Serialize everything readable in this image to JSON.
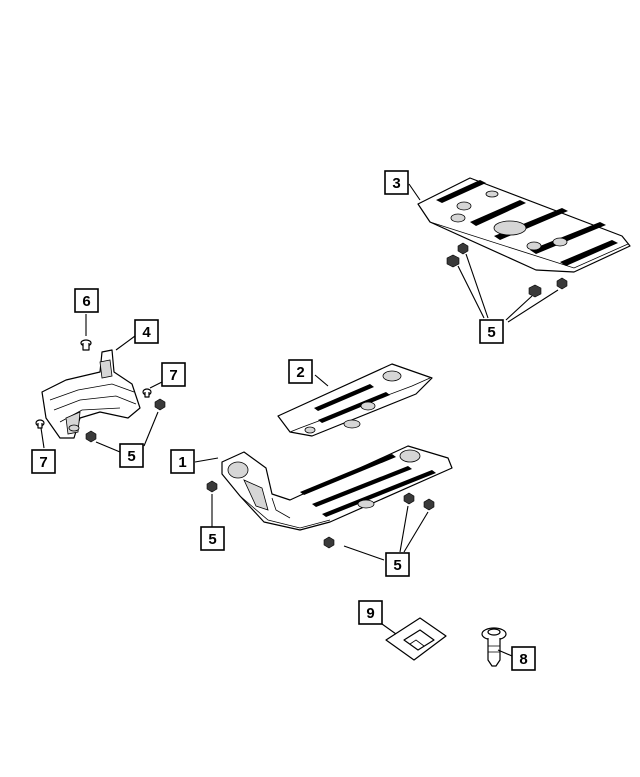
{
  "callouts": {
    "c1": "1",
    "c2": "2",
    "c3": "3",
    "c4": "4",
    "c5a": "5",
    "c5b": "5",
    "c5c": "5",
    "c5d": "5",
    "c6": "6",
    "c7a": "7",
    "c7b": "7",
    "c8": "8",
    "c9": "9"
  },
  "colors": {
    "line": "#000000",
    "background": "#ffffff",
    "shade": "#d6d6d6"
  }
}
